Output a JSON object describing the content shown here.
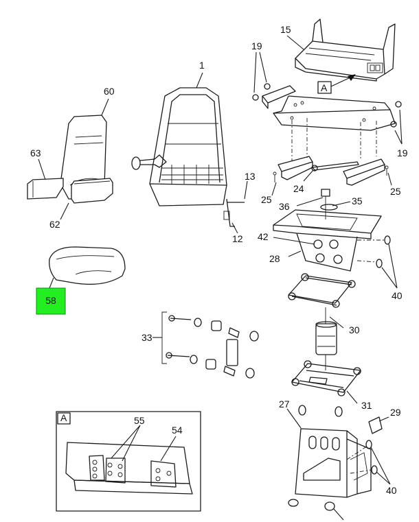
{
  "highlight": {
    "label": "58",
    "color": "#22ee22",
    "border": "#118811"
  },
  "callouts": {
    "c15": "15",
    "c19a": "19",
    "c19b": "19",
    "c1": "1",
    "c60": "60",
    "c63": "63",
    "c62": "62",
    "c13": "13",
    "c12": "12",
    "c25a": "25",
    "c24": "24",
    "c25b": "25",
    "c36": "36",
    "c35": "35",
    "c42": "42",
    "c28": "28",
    "c40a": "40",
    "c30": "30",
    "c33": "33",
    "c31": "31",
    "c27": "27",
    "c29": "29",
    "c40b": "40",
    "c55": "55",
    "c54": "54"
  },
  "view_refs": {
    "arrow_box": "A",
    "detail_box": "A"
  }
}
